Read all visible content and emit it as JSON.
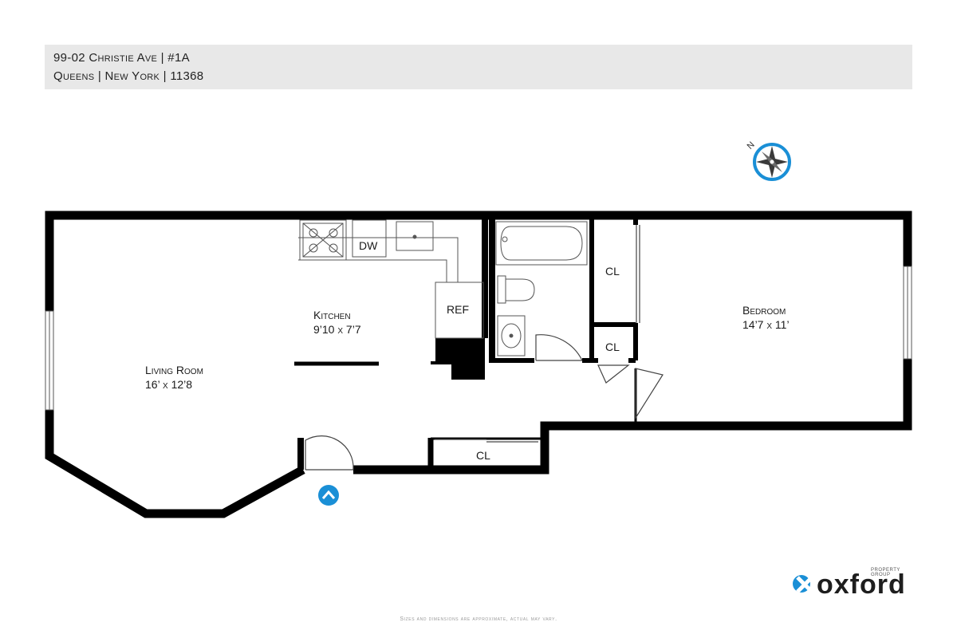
{
  "header": {
    "address_line1": "99-02 Christie Ave | #1A",
    "address_line2": "Queens | New York | 11368"
  },
  "compass": {
    "label": "N",
    "color": "#1a8fd6"
  },
  "rooms": {
    "living": {
      "name": "Living Room",
      "dims": "16’ x 12’8"
    },
    "kitchen": {
      "name": "Kitchen",
      "dims": "9’10 x 7’7"
    },
    "bedroom": {
      "name": "Bedroom",
      "dims": "14’7 x 11’"
    }
  },
  "fixtures": {
    "dishwasher": "DW",
    "refrigerator": "REF",
    "closet_bedroom_top": "CL",
    "closet_bedroom_small": "CL",
    "closet_hall": "CL"
  },
  "entry_marker": {
    "icon": "chevron-up-icon",
    "color": "#1a8fd6"
  },
  "brand": {
    "name": "oxford",
    "tagline": "PROPERTY GROUP",
    "accent": "#1a8fd6"
  },
  "disclaimer": "Sizes and dimensions are approximate, actual may vary."
}
